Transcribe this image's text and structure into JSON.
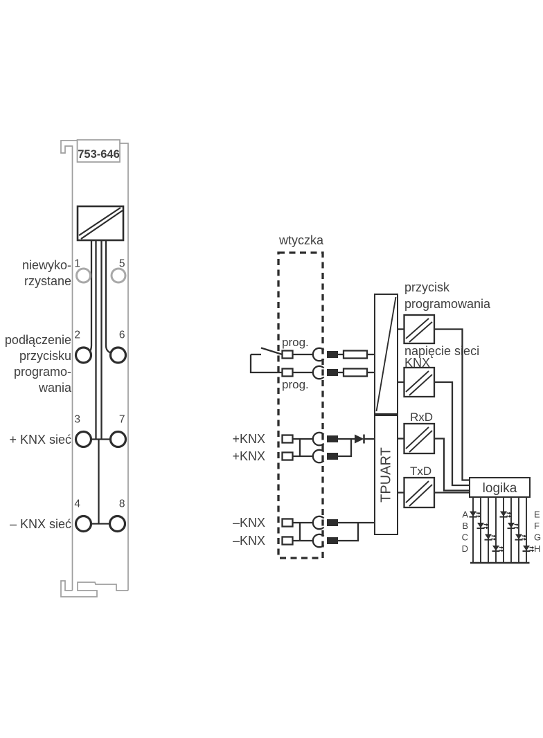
{
  "colors": {
    "line": "#2d2d2d",
    "gray": "#9e9e9e",
    "text": "#3f3f3f",
    "background": "#ffffff"
  },
  "module": {
    "part_number": "753-646",
    "contact_numbers": [
      "1",
      "5",
      "2",
      "6",
      "3",
      "7",
      "4",
      "8"
    ],
    "labels": {
      "unused_1": "niewyko-",
      "unused_2": "rzystane",
      "prog_1": "podłączenie",
      "prog_2": "przycisku",
      "prog_3": "programo-",
      "prog_4": "wania",
      "knx_plus": "+ KNX sieć",
      "knx_minus": "– KNX sieć"
    }
  },
  "schematic": {
    "plug": "wtyczka",
    "prog_top": "prog.",
    "prog_bottom": "prog.",
    "knx": {
      "plus_1": "+KNX",
      "plus_2": "+KNX",
      "minus_1": "–KNX",
      "minus_2": "–KNX"
    },
    "tpuart": "TPUART",
    "opto": {
      "prog_1": "przycisk",
      "prog_2": "programowania",
      "volt_1": "napięcie sieci",
      "volt_2": "KNX",
      "rxd": "RxD",
      "txd": "TxD"
    },
    "logic": "logika",
    "led_left": [
      "A",
      "B",
      "C",
      "D"
    ],
    "led_right": [
      "E",
      "F",
      "G",
      "H"
    ]
  }
}
